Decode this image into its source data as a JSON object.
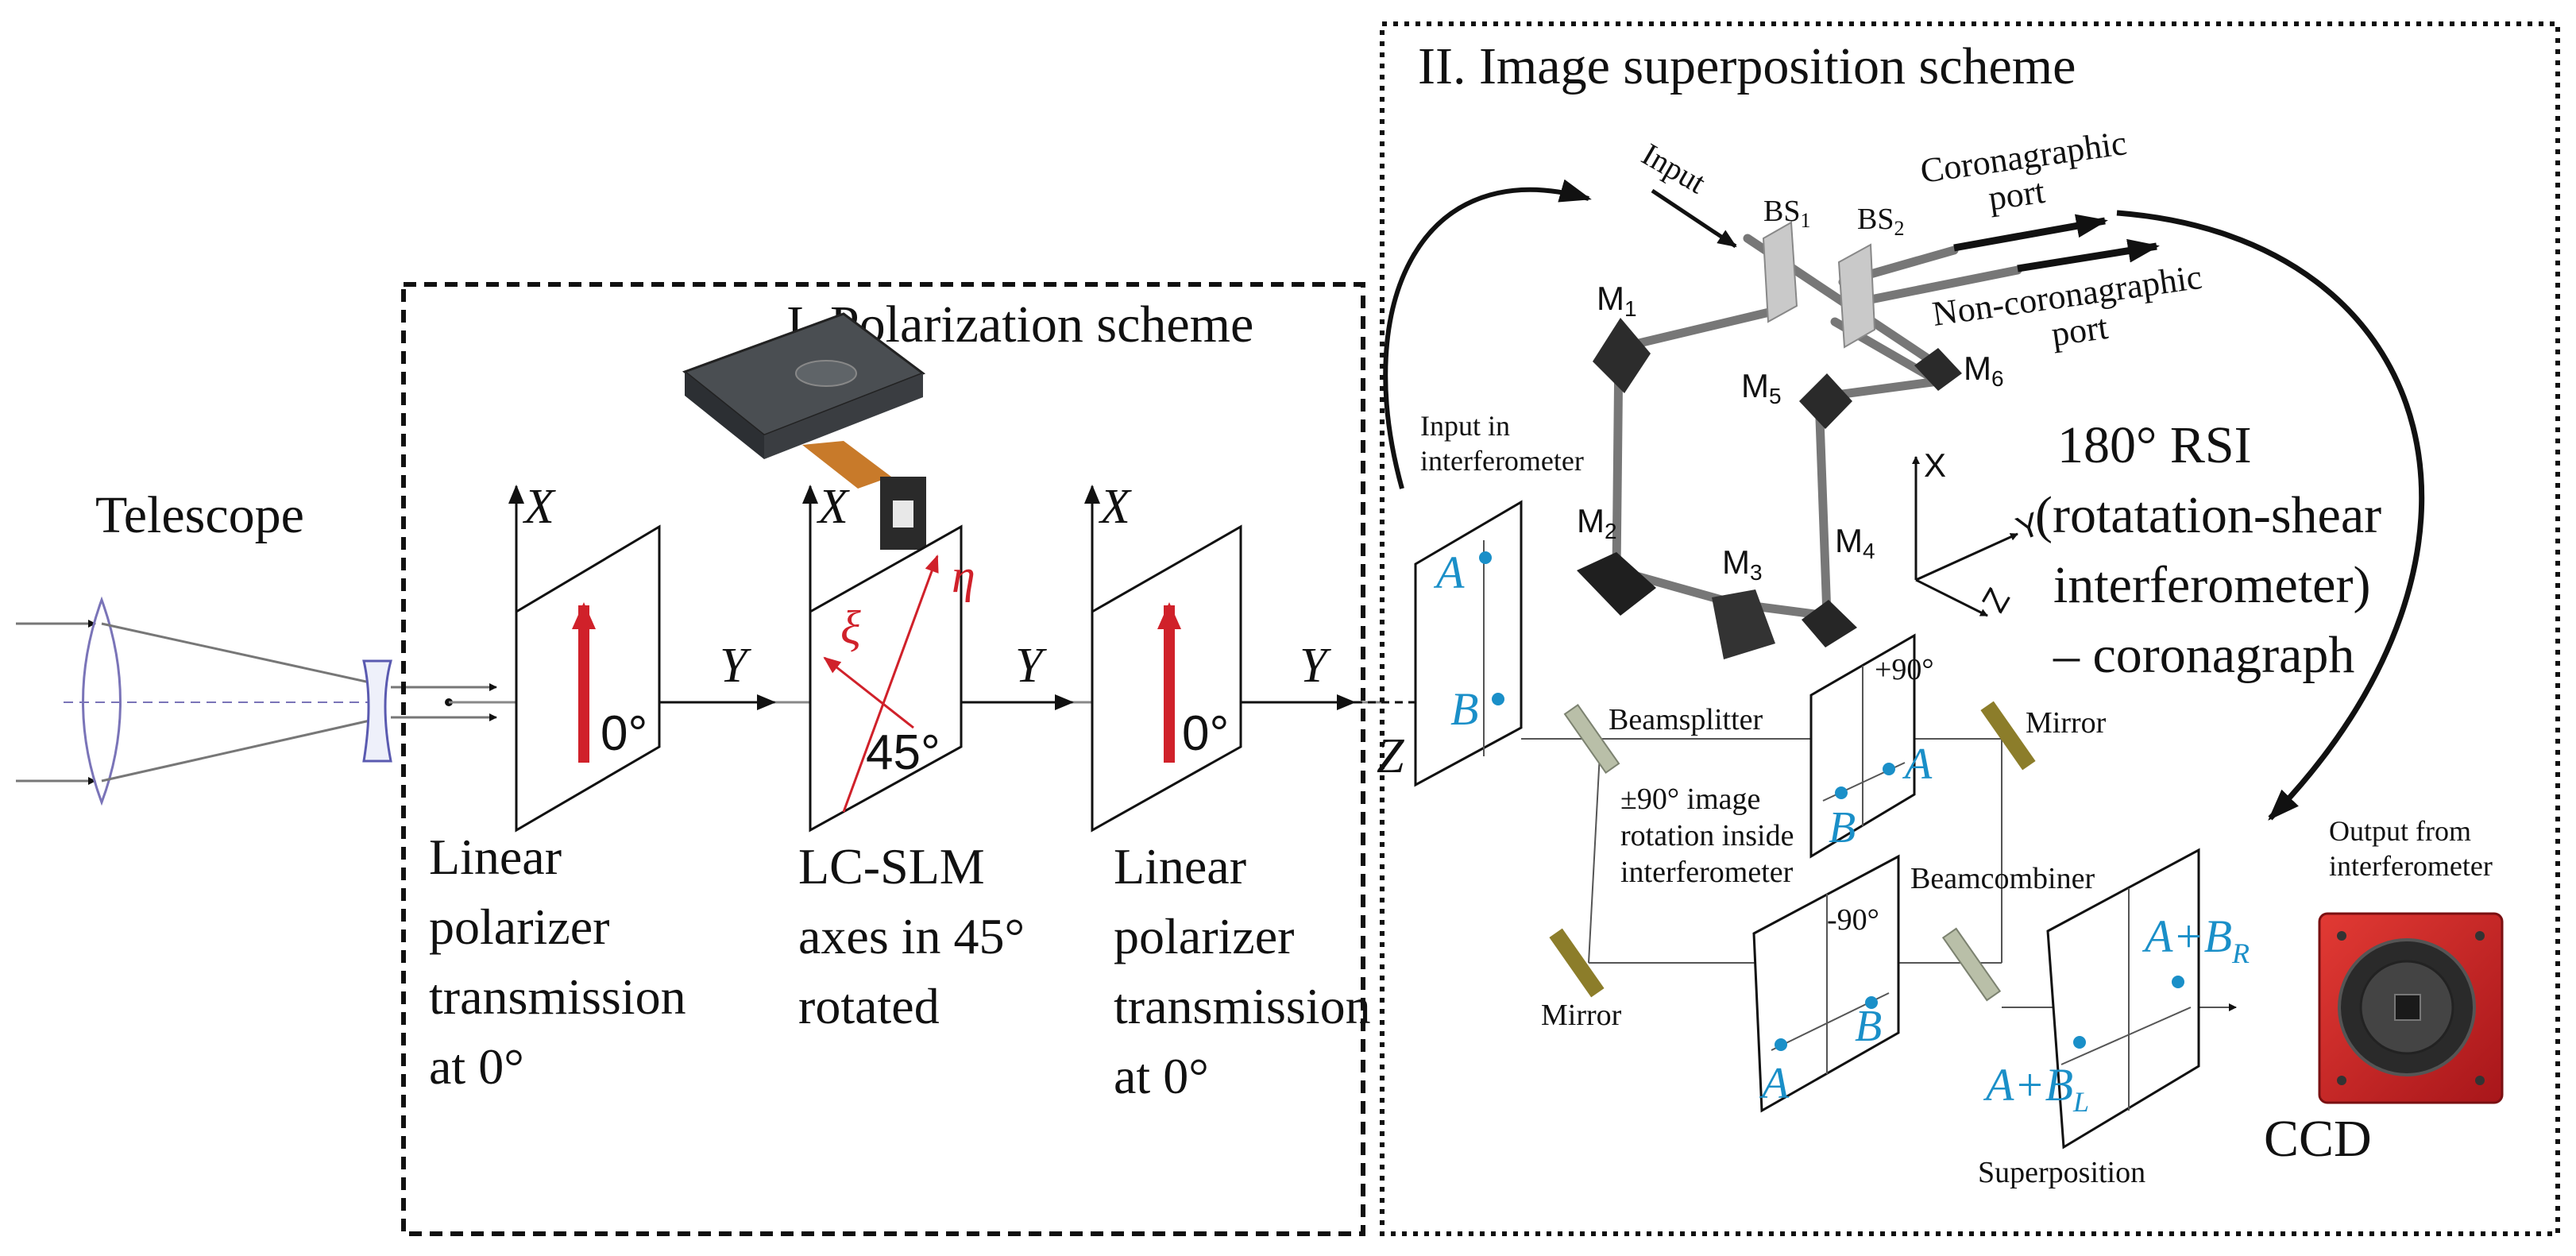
{
  "colors": {
    "line": "#111111",
    "beam": "#888888",
    "red": "#d0212a",
    "blue": "#1a8fc8",
    "mirror": "#8c7d2a",
    "beamsplitter": "#b9bfa8",
    "camera": "#cc2222"
  },
  "telescope": {
    "label": "Telescope"
  },
  "polarization": {
    "title": "I. Polarization scheme",
    "polarizer1": {
      "axis_x": "X",
      "axis_y": "Y",
      "angle": "0°",
      "caption": [
        "Linear",
        "polarizer",
        "transmission",
        "at 0°"
      ]
    },
    "slm": {
      "axis_x": "X",
      "axis_y": "Y",
      "angle": "45°",
      "xi": "ξ",
      "eta": "η",
      "caption": [
        "LC-SLM",
        "axes in 45°",
        "rotated"
      ]
    },
    "polarizer2": {
      "axis_x": "X",
      "axis_y": "Y",
      "angle": "0°",
      "caption": [
        "Linear",
        "polarizer",
        "transmission",
        "at 0°"
      ]
    }
  },
  "superposition": {
    "title": "II. Image superposition scheme",
    "z_label": "Z",
    "input_label": [
      "Input in",
      "interferometer"
    ],
    "input_plane": {
      "a": "A",
      "b": "B"
    },
    "beamsplitter": "Beamsplitter",
    "mirror_right": "Mirror",
    "mirror_left": "Mirror",
    "rotation_note": [
      "±90° image",
      "rotation inside",
      "interferometer"
    ],
    "plus90": {
      "angle": "+90°",
      "a": "A",
      "b": "B"
    },
    "minus90": {
      "angle": "-90°",
      "a": "A",
      "b": "B"
    },
    "beamcombiner": "Beamcombiner",
    "output_plane": {
      "top": "A+B",
      "top_sub": "R",
      "bottom": "A+B",
      "bottom_sub": "L"
    },
    "superposition_label": "Superposition",
    "output_label": [
      "Output from",
      "interferometer"
    ],
    "ccd": "CCD",
    "rsi": {
      "input": "Input",
      "bs1": "BS",
      "bs1_sub": "1",
      "bs2": "BS",
      "bs2_sub": "2",
      "coro_port": [
        "Coronagraphic",
        "port"
      ],
      "noncoro_port": [
        "Non-coronagraphic",
        "port"
      ],
      "m1": "M",
      "m1_sub": "1",
      "m2": "M",
      "m2_sub": "2",
      "m3": "M",
      "m3_sub": "3",
      "m4": "M",
      "m4_sub": "4",
      "m5": "M",
      "m5_sub": "5",
      "m6": "M",
      "m6_sub": "6",
      "axis_x": "X",
      "axis_y": "Y",
      "axis_z": "Z"
    },
    "rsi_title": [
      "180° RSI",
      "(rotatation-shear",
      "interferometer)",
      "– coronagraph"
    ]
  }
}
